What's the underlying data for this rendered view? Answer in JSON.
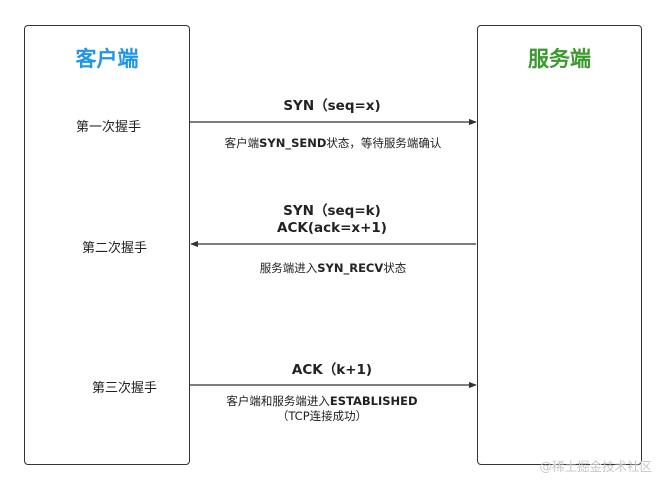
{
  "client": {
    "title": "客户端",
    "color": "#2196e8"
  },
  "server": {
    "title": "服务端",
    "color": "#3a9a2e"
  },
  "handshakes": [
    {
      "step_label": "第一次握手",
      "message_lines": [
        "SYN（seq=x)"
      ],
      "direction": "client-to-server",
      "note": {
        "prefix": "客户端",
        "bold": "SYN_SEND",
        "suffix": "状态，等待服务端确认"
      }
    },
    {
      "step_label": "第二次握手",
      "message_lines": [
        "SYN（seq=k)",
        "ACK(ack=x+1)"
      ],
      "direction": "server-to-client",
      "note": {
        "prefix": "服务端进入",
        "bold": "SYN_RECV",
        "suffix": "状态"
      }
    },
    {
      "step_label": "第三次握手",
      "message_lines": [
        "ACK（k+1)"
      ],
      "direction": "client-to-server",
      "note": {
        "prefix": "客户端和服务端进入",
        "bold": "ESTABLISHED",
        "suffix": "",
        "line2": "（TCP连接成功）"
      }
    }
  ],
  "watermark": "@稀土掘金技术社区"
}
